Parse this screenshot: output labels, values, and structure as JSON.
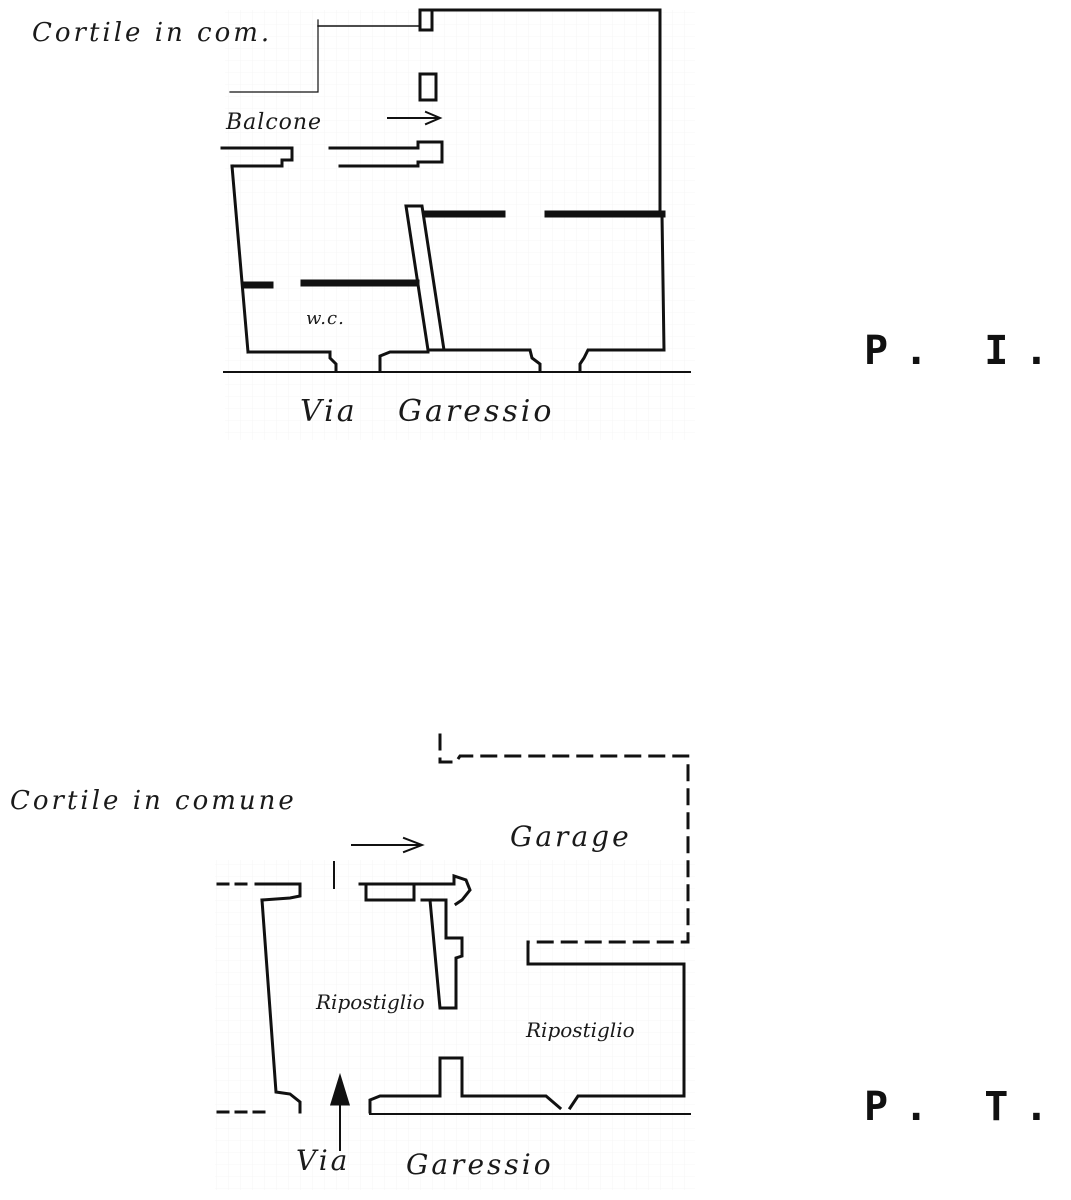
{
  "floors": [
    {
      "id": "first",
      "level_label": "P. I.",
      "labels": {
        "courtyard": "Cortile in com.",
        "balcony": "Balcone",
        "wc": "w.c.",
        "street_via": "Via",
        "street_name": "Garessio"
      }
    },
    {
      "id": "ground",
      "level_label": "P. T.",
      "labels": {
        "courtyard": "Cortile in comune",
        "garage": "Garage",
        "storage_left": "Ripostiglio",
        "storage_right": "Ripostiglio",
        "street_via": "Via",
        "street_name": "Garessio"
      }
    }
  ],
  "colors": {
    "ink": "#111111",
    "paper": "#ffffff",
    "grid": "#d6d6d6"
  }
}
